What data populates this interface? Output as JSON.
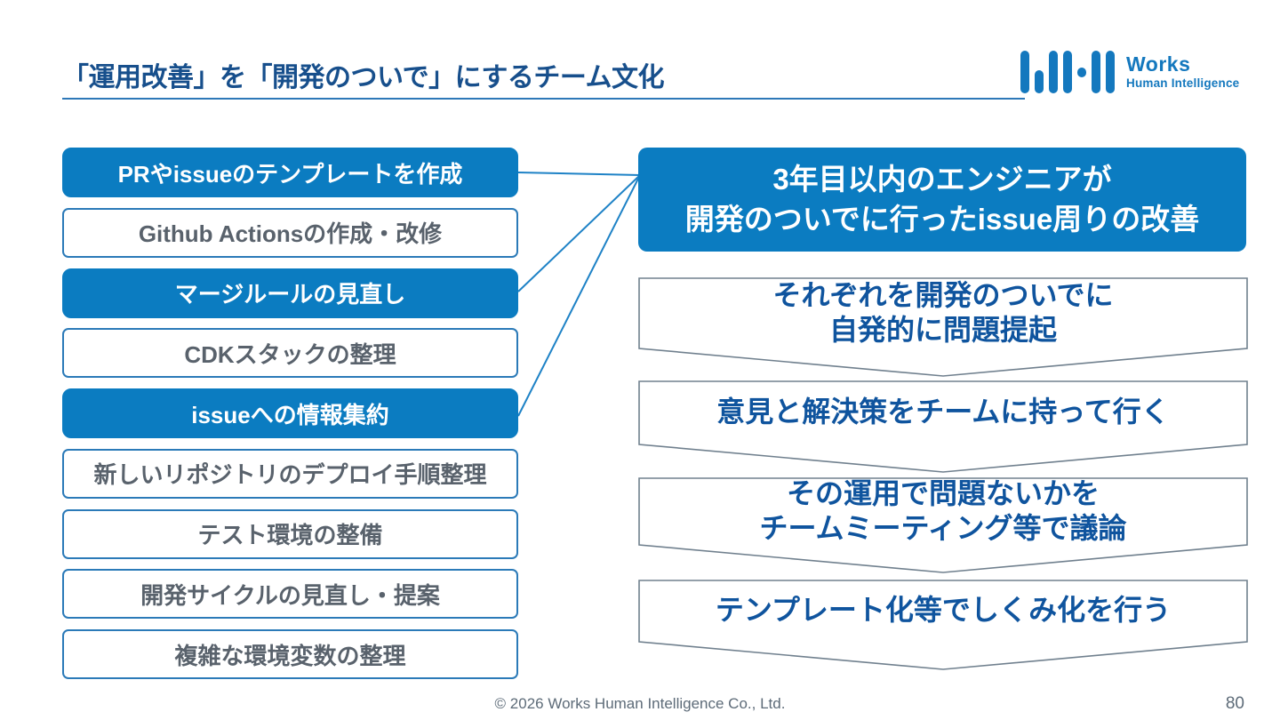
{
  "slide": {
    "title": "「運用改善」を「開発のついで」にするチーム文化",
    "footer": "© 2026 Works Human Intelligence Co., Ltd.",
    "page_number": "80"
  },
  "logo": {
    "line1": "Works",
    "line2": "Human Intelligence"
  },
  "left_items": [
    {
      "label": "PRやissueのテンプレートを作成",
      "highlighted": true
    },
    {
      "label": "Github Actionsの作成・改修",
      "highlighted": false
    },
    {
      "label": "マージルールの見直し",
      "highlighted": true
    },
    {
      "label": "CDKスタックの整理",
      "highlighted": false
    },
    {
      "label": "issueへの情報集約",
      "highlighted": true
    },
    {
      "label": "新しいリポジトリのデプロイ手順整理",
      "highlighted": false
    },
    {
      "label": "テスト環境の整備",
      "highlighted": false
    },
    {
      "label": "開発サイクルの見直し・提案",
      "highlighted": false
    },
    {
      "label": "複雑な環境変数の整理",
      "highlighted": false
    }
  ],
  "highlight_box": {
    "line1": "3年目以内のエンジニアが",
    "line2": "開発のついでに行ったissue周りの改善"
  },
  "flow_steps": [
    {
      "lines": [
        "それぞれを開発のついでに",
        "自発的に問題提起"
      ]
    },
    {
      "lines": [
        "意見と解決策をチームに持って行く"
      ]
    },
    {
      "lines": [
        "その運用で問題ないかを",
        "チームミーティング等で議論"
      ]
    },
    {
      "lines": [
        "テンプレート化等でしくみ化を行う"
      ]
    }
  ],
  "colors": {
    "accent_blue": "#0b7cc1",
    "title_blue": "#174f8c",
    "step_text_blue": "#0f549e",
    "box_border_blue": "#2b7ab8",
    "chevron_border_gray": "#70808e",
    "muted_text": "#5d6b78",
    "logo_blue": "#1478be"
  }
}
